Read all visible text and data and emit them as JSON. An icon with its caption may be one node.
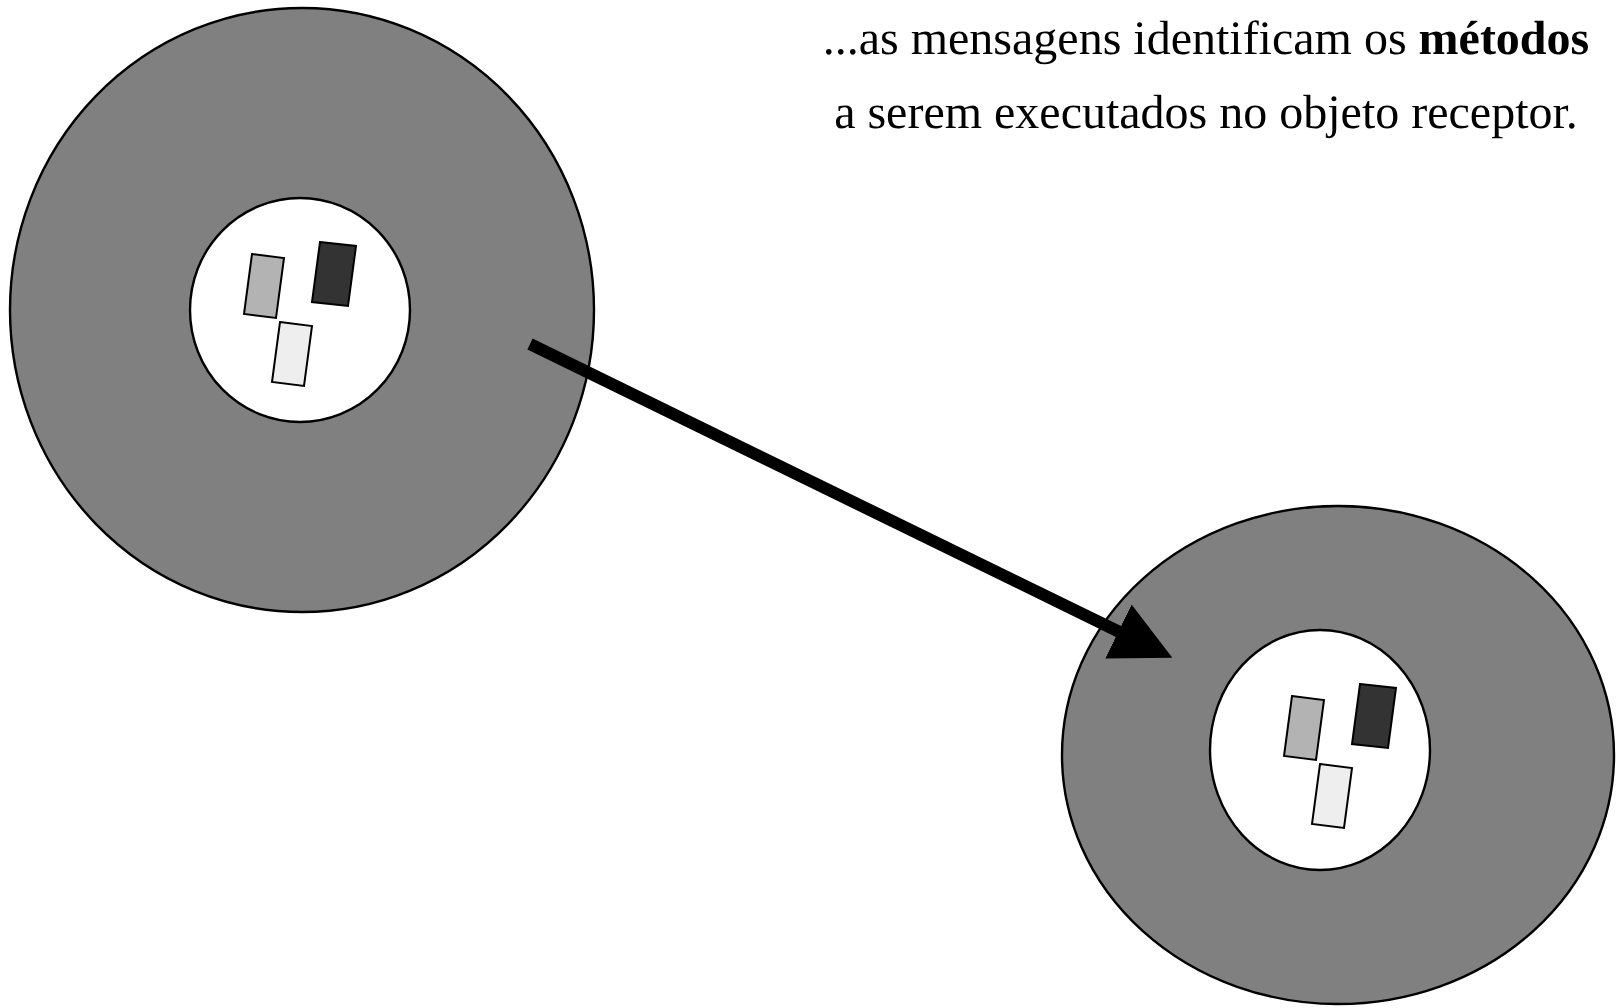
{
  "diagram": {
    "nodes": [
      {
        "text": [],
        "shape": "circle"
      },
      {
        "text": [],
        "shape": "circle"
      }
    ],
    "edges": [
      {
        "from": 0,
        "to": 1,
        "arrow": "to"
      }
    ],
    "labels": [
      "...as mensagens identificam os **métodos** a serem executados no objeto receptor."
    ]
  }
}
